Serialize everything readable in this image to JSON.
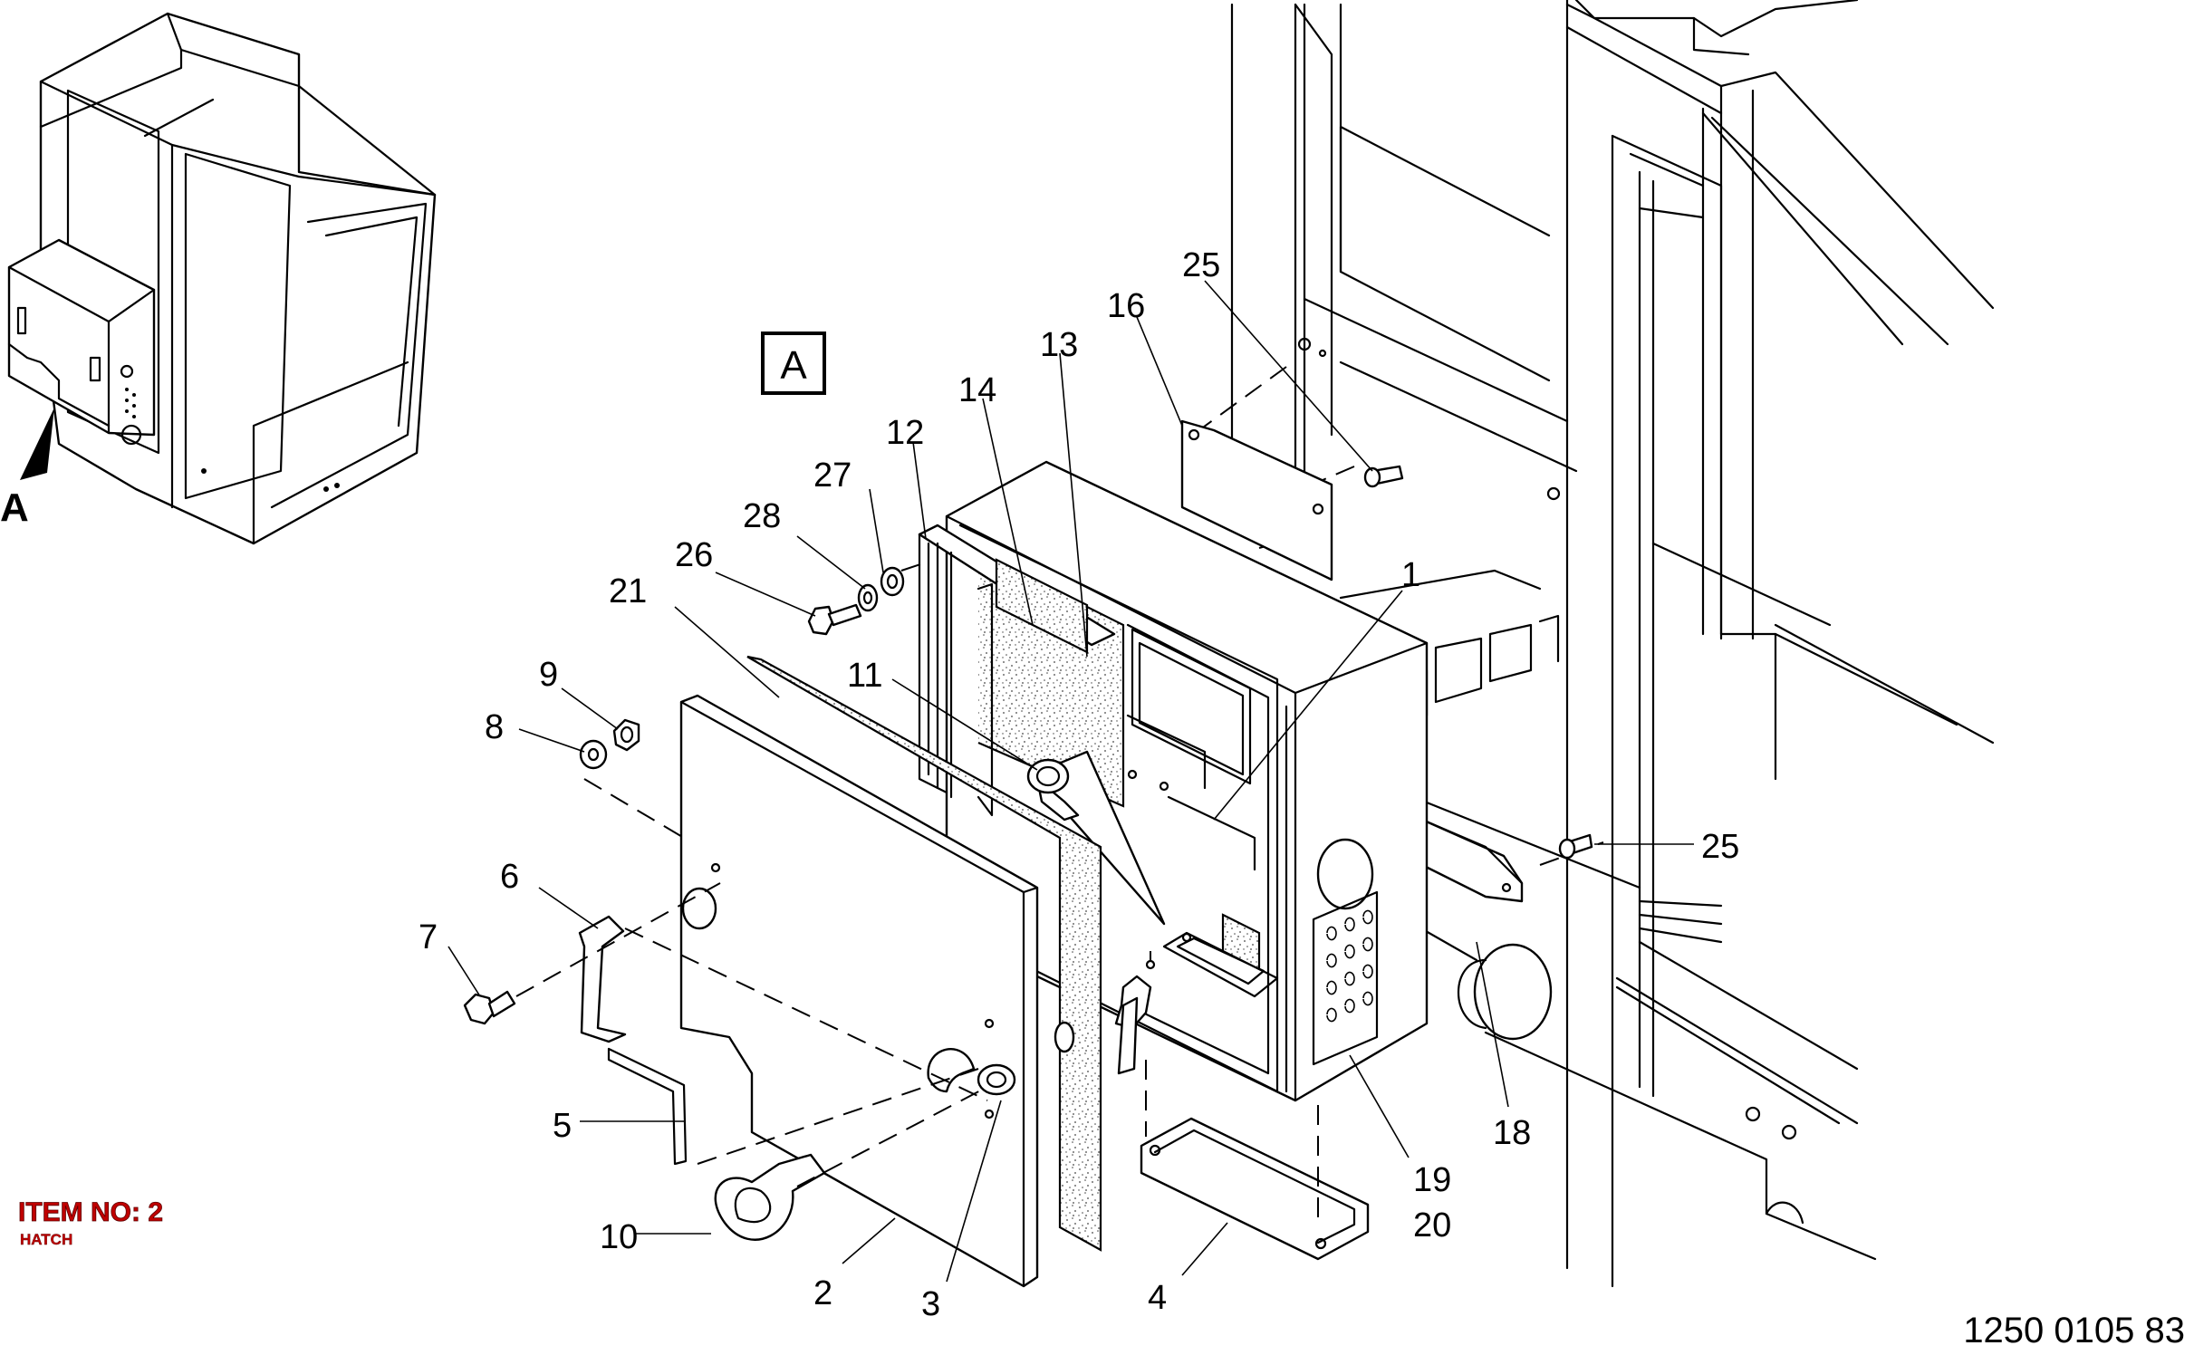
{
  "view": {
    "box_label": "A",
    "arrow_label": "A"
  },
  "item": {
    "title": "ITEM NO: 2",
    "subtitle": "HATCH"
  },
  "drawing_number": "1250 0105 83",
  "callouts": {
    "c1": "1",
    "c2": "2",
    "c3": "3",
    "c4": "4",
    "c5": "5",
    "c6": "6",
    "c7": "7",
    "c8": "8",
    "c9": "9",
    "c10": "10",
    "c11": "11",
    "c12": "12",
    "c13": "13",
    "c14": "14",
    "c16": "16",
    "c18": "18",
    "c19": "19",
    "c20": "20",
    "c21": "21",
    "c25a": "25",
    "c25b": "25",
    "c26": "26",
    "c27": "27",
    "c28": "28"
  }
}
